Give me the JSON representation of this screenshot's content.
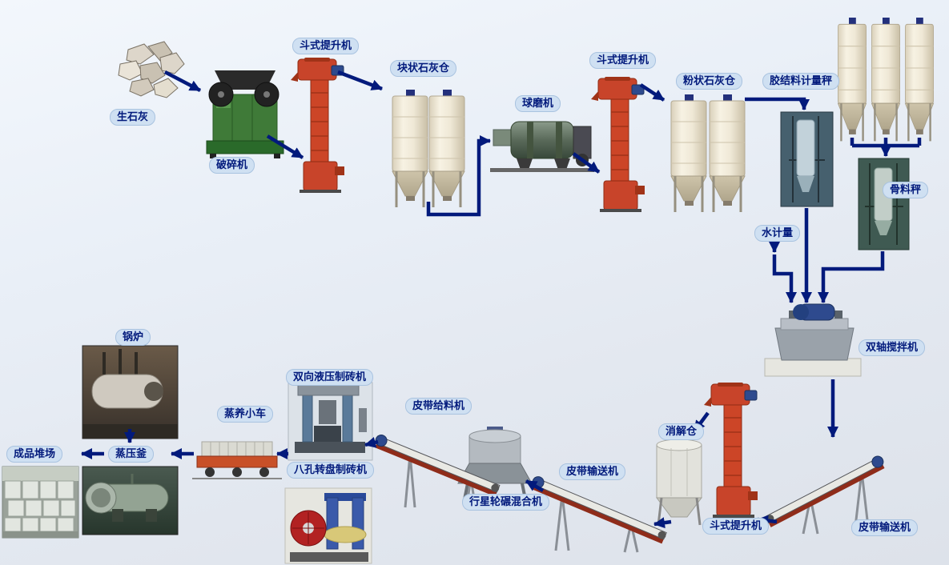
{
  "diagram": {
    "labels": {
      "quicklime": "生石灰",
      "crusher": "破碎机",
      "bucket_elevator_1": "斗式提升机",
      "block_lime_silo": "块状石灰仓",
      "ball_mill": "球磨机",
      "bucket_elevator_2": "斗式提升机",
      "powder_lime_silo": "粉状石灰仓",
      "binder_scale": "胶结料计量秤",
      "aggregate_scale": "骨料秤",
      "water_meter": "水计量",
      "twin_shaft_mixer": "双轴搅拌机",
      "digestion_silo": "消解仓",
      "bucket_elevator_3": "斗式提升机",
      "belt_conveyor_right": "皮带输送机",
      "belt_conveyor_mid": "皮带输送机",
      "planetary_mixer": "行星轮碾混合机",
      "belt_feeder": "皮带给料机",
      "hydraulic_brick_machine": "双向液压制砖机",
      "rotary_brick_machine": "八孔转盘制砖机",
      "steam_curing_cart": "蒸养小车",
      "autoclave": "蒸压釜",
      "boiler": "锅炉",
      "product_yard": "成品堆场"
    },
    "colors": {
      "arrow": "#021a7c",
      "label_text": "#021a7c",
      "label_bg": "#cfe0f2",
      "elevator_red": "#cc4527",
      "silo_cream": "#f0e9d8"
    }
  }
}
